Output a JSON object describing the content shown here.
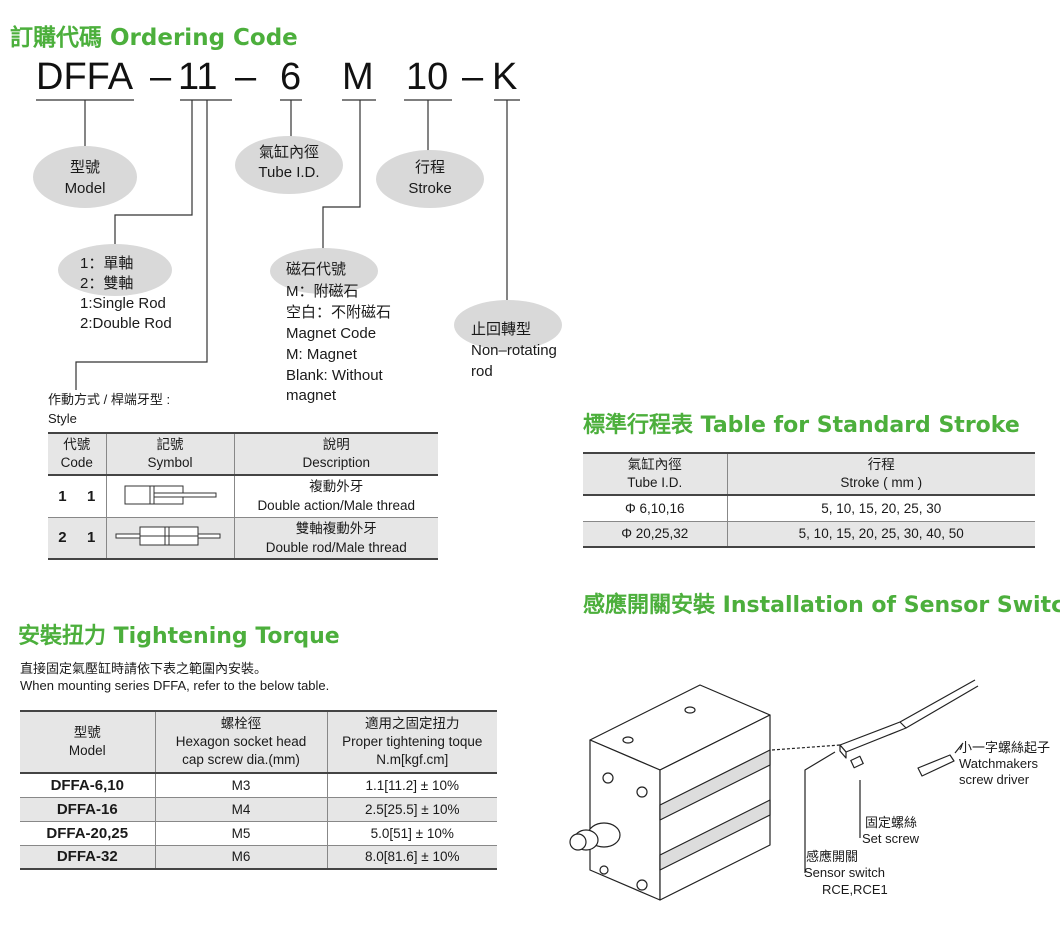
{
  "ordering": {
    "title": "訂購代碼 Ordering Code",
    "code": [
      "DFFA",
      "–",
      "11",
      "–",
      "6",
      "M",
      "10",
      "–",
      "K"
    ],
    "model": {
      "zh": "型號",
      "en": "Model"
    },
    "tube": {
      "zh": "氣缸內徑",
      "en": "Tube I.D."
    },
    "stroke": {
      "zh": "行程",
      "en": "Stroke"
    },
    "rod": {
      "l1": "1：單軸",
      "l2": "2：雙軸",
      "l3": "1:Single Rod",
      "l4": "2:Double Rod"
    },
    "magnet": {
      "l1": "磁石代號",
      "l2": "M：附磁石",
      "l3": "空白：不附磁石",
      "l4": "Magnet Code",
      "l5": "M:  Magnet",
      "l6": "Blank: Without",
      "l7": "magnet"
    },
    "nonrot": {
      "l1": "止回轉型",
      "l2": "Non–rotating",
      "l3": "rod"
    },
    "style": {
      "zh": "作動方式 / 桿端牙型 :",
      "en": "Style"
    }
  },
  "style_table": {
    "headers": [
      {
        "zh": "代號",
        "en": "Code"
      },
      {
        "zh": "記號",
        "en": "Symbol"
      },
      {
        "zh": "說明",
        "en": "Description"
      }
    ],
    "rows": [
      {
        "c1": "1",
        "c2": "1",
        "zh": "複動外牙",
        "en": "Double action/Male thread"
      },
      {
        "c1": "2",
        "c2": "1",
        "zh": "雙軸複動外牙",
        "en": "Double rod/Male thread"
      }
    ]
  },
  "stroke_table": {
    "title": "標準行程表 Table for Standard Stroke",
    "headers": [
      {
        "zh": "氣缸內徑",
        "en": "Tube I.D."
      },
      {
        "zh": "行程",
        "en": "Stroke ( mm )"
      }
    ],
    "rows": [
      {
        "tube": "Φ 6,10,16",
        "stroke": "5, 10, 15, 20, 25, 30"
      },
      {
        "tube": "Φ 20,25,32",
        "stroke": "5, 10, 15, 20, 25, 30, 40, 50"
      }
    ]
  },
  "sensor": {
    "title": "感應開關安裝 Installation of Sensor Switch",
    "driver": {
      "zh": "小一字螺絲起子",
      "en1": "Watchmakers",
      "en2": "screw driver"
    },
    "setscrew": {
      "zh": "固定螺絲",
      "en": "Set screw"
    },
    "switch": {
      "zh": "感應開關",
      "en": "Sensor switch",
      "models": "RCE,RCE1"
    }
  },
  "torque": {
    "title": "安裝扭力 Tightening Torque",
    "note_zh": "直接固定氣壓缸時請依下表之範圍內安裝。",
    "note_en": "When mounting series DFFA, refer to the below table.",
    "headers": [
      {
        "l1": "型號",
        "l2": "Model",
        "l3": ""
      },
      {
        "l1": "螺栓徑",
        "l2": "Hexagon socket head",
        "l3": "cap screw dia.(mm)"
      },
      {
        "l1": "適用之固定扭力",
        "l2": "Proper tightening toque",
        "l3": "N.m[kgf.cm]"
      }
    ],
    "rows": [
      {
        "model": "DFFA-6,10",
        "screw": "M3",
        "torque": "1.1[11.2] ± 10%"
      },
      {
        "model": "DFFA-16",
        "screw": "M4",
        "torque": "2.5[25.5] ± 10%"
      },
      {
        "model": "DFFA-20,25",
        "screw": "M5",
        "torque": "5.0[51] ± 10%"
      },
      {
        "model": "DFFA-32",
        "screw": "M6",
        "torque": "8.0[81.6] ± 10%"
      }
    ]
  }
}
